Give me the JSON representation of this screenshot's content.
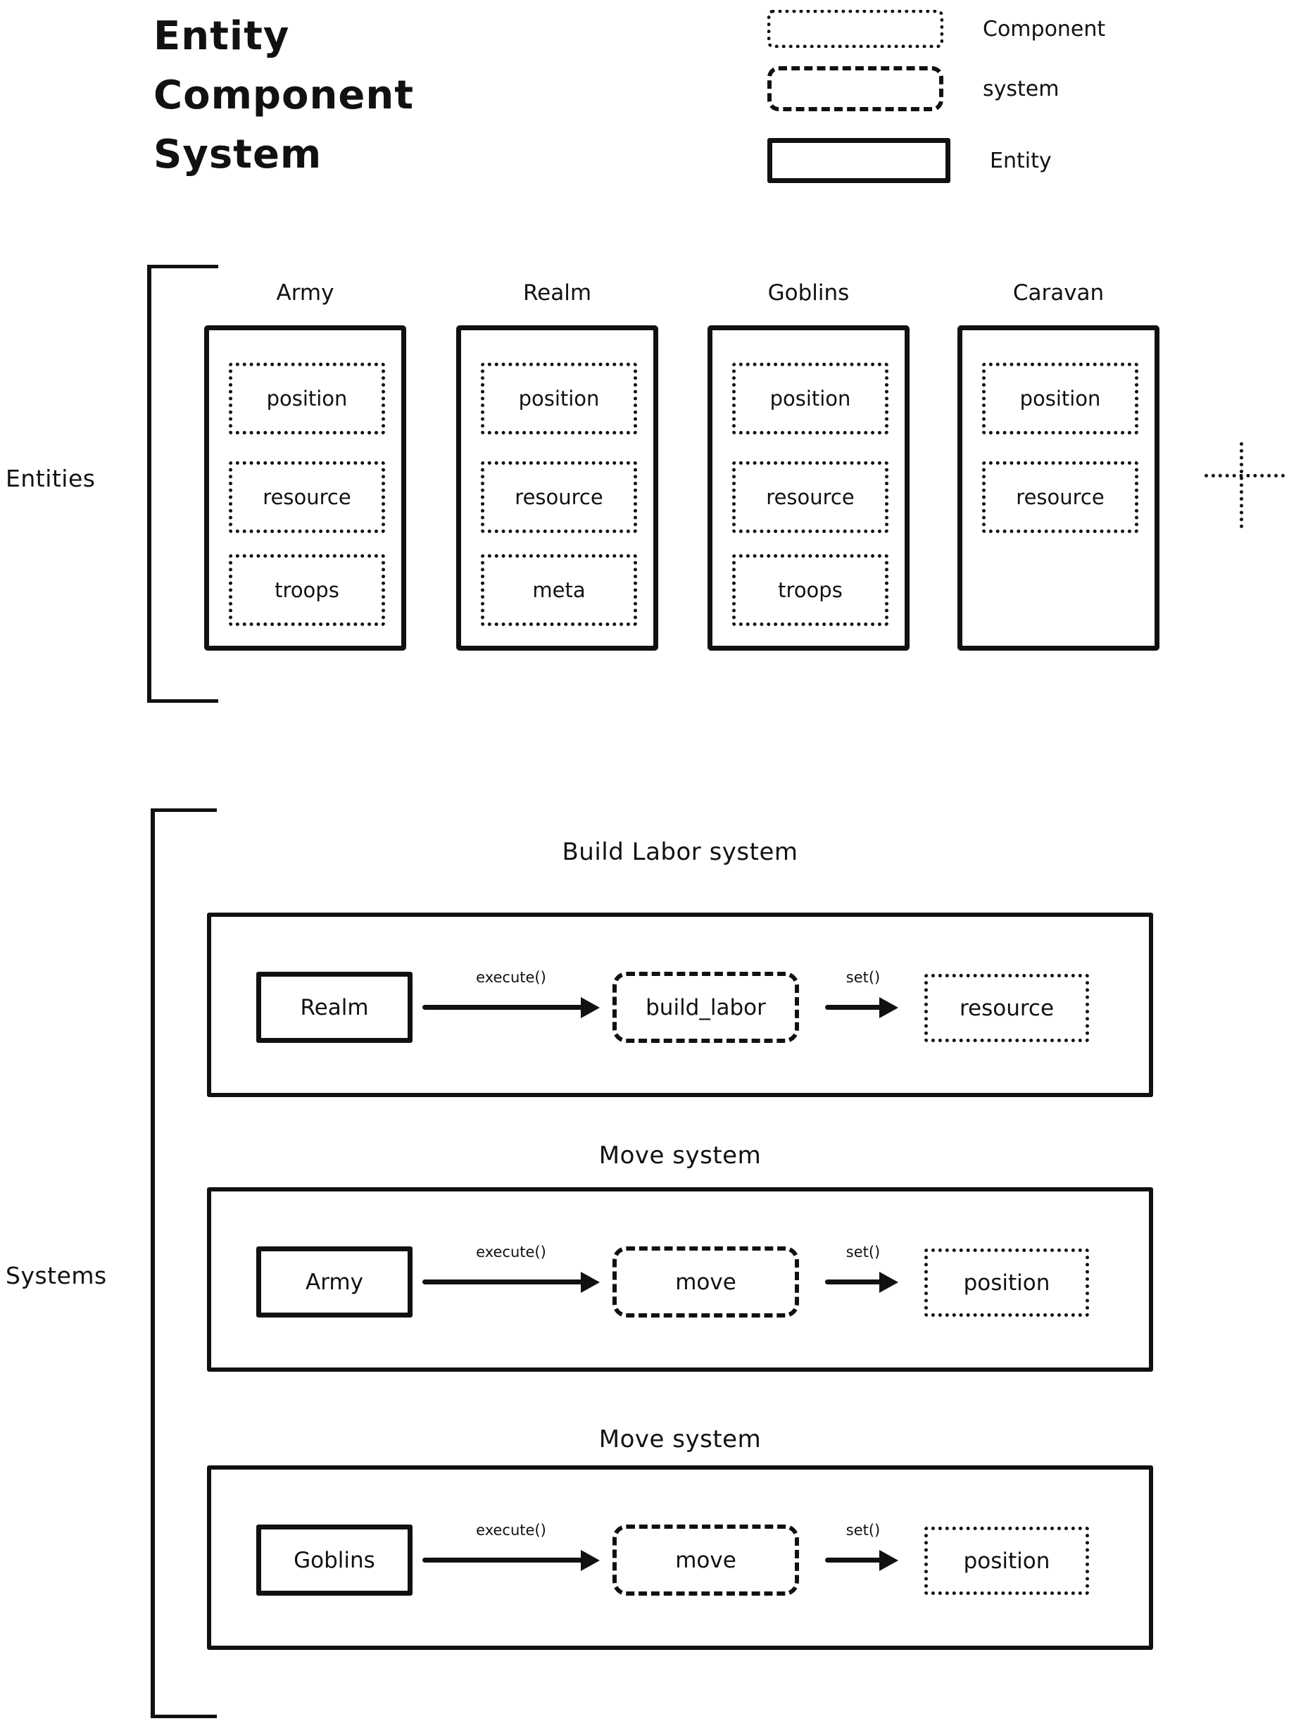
{
  "title": {
    "lines": [
      "Entity",
      "Component",
      "System"
    ]
  },
  "legend": {
    "items": [
      {
        "style": "dotted",
        "label": "Component"
      },
      {
        "style": "dashed",
        "label": "system"
      },
      {
        "style": "solid",
        "label": "Entity"
      }
    ]
  },
  "entities_section": {
    "label": "Entities",
    "more_icon": "plus-icon",
    "entities": [
      {
        "name": "Army",
        "components": [
          "position",
          "resource",
          "troops"
        ]
      },
      {
        "name": "Realm",
        "components": [
          "position",
          "resource",
          "meta"
        ]
      },
      {
        "name": "Goblins",
        "components": [
          "position",
          "resource",
          "troops"
        ]
      },
      {
        "name": "Caravan",
        "components": [
          "position",
          "resource"
        ]
      }
    ]
  },
  "systems_section": {
    "label": "Systems",
    "systems": [
      {
        "title": "Build Labor system",
        "entity": "Realm",
        "call_label": "execute()",
        "system_box": "build_labor",
        "set_label": "set()",
        "component": "resource"
      },
      {
        "title": "Move system",
        "entity": "Army",
        "call_label": "execute()",
        "system_box": "move",
        "set_label": "set()",
        "component": "position"
      },
      {
        "title": "Move system",
        "entity": "Goblins",
        "call_label": "execute()",
        "system_box": "move",
        "set_label": "set()",
        "component": "position"
      }
    ]
  },
  "colors": {
    "ink": "#111111",
    "background": "#ffffff"
  }
}
